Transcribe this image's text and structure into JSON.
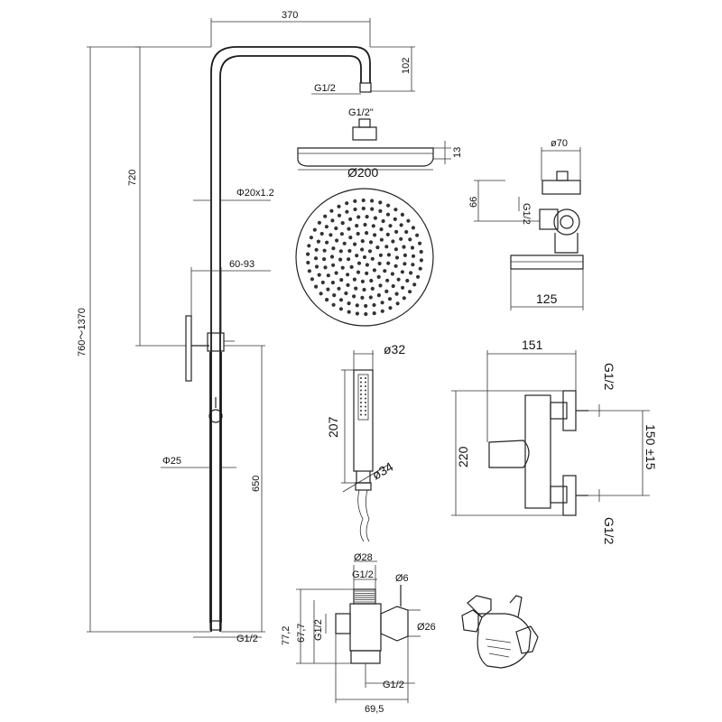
{
  "dims": {
    "rail_width": "370",
    "head_drop": "102",
    "rail_top_thread": "G1/2",
    "head_thread": "G1/2\"",
    "head_thickness": "13",
    "head_diameter": "Ø200",
    "rail_height": "720",
    "tube": "Φ20x1.2",
    "bracket_range": "60-93",
    "total_height": "760～1370",
    "lower_tube": "Φ25",
    "lower_height": "650",
    "bottom_thread": "G1/2",
    "holder_diameter": "ø70",
    "holder_thread": "G1/2",
    "holder_height": "66",
    "holder_depth": "125",
    "handset_top": "ø32",
    "handset_length": "207",
    "handset_neck": "ø34",
    "mixer_width": "151",
    "mixer_thread_top": "G1/2",
    "mixer_height": "220",
    "mixer_centres": "150 ±15",
    "mixer_thread_bottom": "G1/2",
    "diverter_top": "Ø28",
    "diverter_top_thread": "G1/2",
    "diverter_pin": "Ø6",
    "diverter_h1": "77,2",
    "diverter_h2": "67,7",
    "diverter_side_thread": "G1/2",
    "diverter_body": "Ø26",
    "diverter_bottom_thread": "G1/2",
    "diverter_width": "69,5"
  }
}
